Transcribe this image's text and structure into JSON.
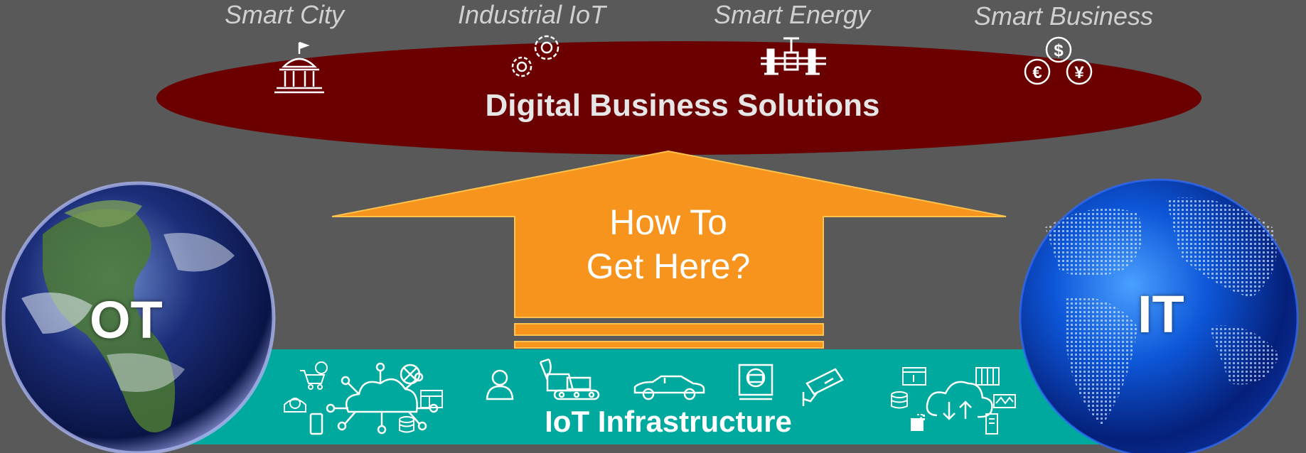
{
  "top_categories": [
    {
      "label": "Smart City",
      "icon": "government-building-icon"
    },
    {
      "label": "Industrial IoT",
      "icon": "gears-icon"
    },
    {
      "label": "Smart Energy",
      "icon": "pipeline-valve-icon"
    },
    {
      "label": "Smart Business",
      "icon": "currency-coins-icon"
    }
  ],
  "solutions": {
    "title": "Digital Business Solutions"
  },
  "arrow": {
    "line1": "How To",
    "line2": "Get Here?"
  },
  "infrastructure": {
    "title": "IoT Infrastructure"
  },
  "globes": {
    "left_label": "OT",
    "right_label": "IT"
  },
  "colors": {
    "background": "#595959",
    "solutions_ellipse": "#6b0000",
    "arrow": "#f7941d",
    "infrastructure_band": "#00a99d",
    "category_text": "#d0d0d0"
  }
}
